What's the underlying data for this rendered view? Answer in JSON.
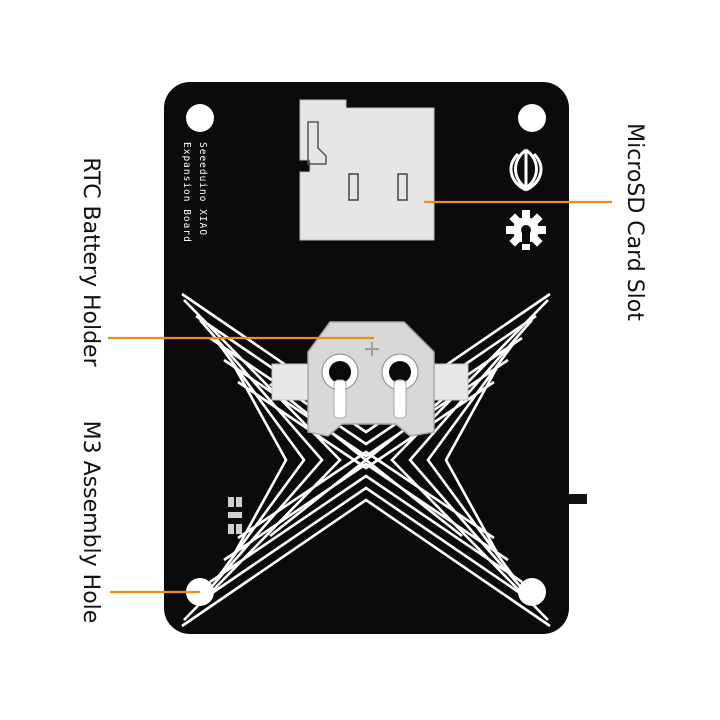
{
  "board": {
    "silkscreen_line1": "Seeeduino XIAO",
    "silkscreen_line2": "Expansion Board",
    "plus_mark": "+"
  },
  "labels": {
    "rtc_battery_holder": "RTC Battery Holder",
    "m3_assembly_hole": "M3 Assembly Hole",
    "microsd_card_slot": "MicroSD Card Slot"
  },
  "colors": {
    "pcb": "#0b0b0b",
    "trace": "#ffffff",
    "component": "#dcdcdc",
    "callout_line": "#f08a24",
    "label_text": "#111111"
  },
  "icons": [
    "seeed-logo-icon",
    "open-source-hardware-gear-icon"
  ]
}
